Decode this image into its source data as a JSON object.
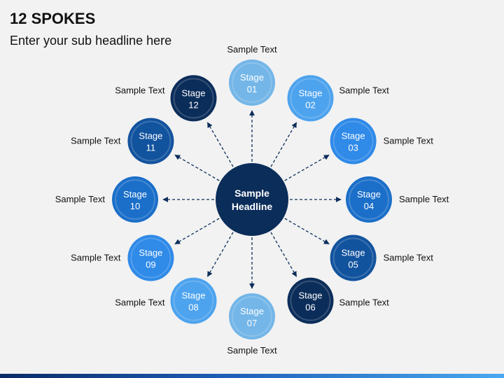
{
  "slide": {
    "title": "12 SPOKES",
    "subtitle": "Enter your sub headline here"
  },
  "center": {
    "line1": "Sample",
    "line2": "Headline",
    "color": "#0b2d5a"
  },
  "stages": [
    {
      "label": "Stage",
      "number": "01",
      "text": "Sample Text",
      "color": "#74b6e8"
    },
    {
      "label": "Stage",
      "number": "02",
      "text": "Sample Text",
      "color": "#4da3ee"
    },
    {
      "label": "Stage",
      "number": "03",
      "text": "Sample Text",
      "color": "#2f8ae8"
    },
    {
      "label": "Stage",
      "number": "04",
      "text": "Sample Text",
      "color": "#1b6fc9"
    },
    {
      "label": "Stage",
      "number": "05",
      "text": "Sample Text",
      "color": "#12539e"
    },
    {
      "label": "Stage",
      "number": "06",
      "text": "Sample Text",
      "color": "#0b2d5a"
    },
    {
      "label": "Stage",
      "number": "07",
      "text": "Sample Text",
      "color": "#74b6e8"
    },
    {
      "label": "Stage",
      "number": "08",
      "text": "Sample Text",
      "color": "#4da3ee"
    },
    {
      "label": "Stage",
      "number": "09",
      "text": "Sample Text",
      "color": "#2f8ae8"
    },
    {
      "label": "Stage",
      "number": "10",
      "text": "Sample Text",
      "color": "#1b6fc9"
    },
    {
      "label": "Stage",
      "number": "11",
      "text": "Sample Text",
      "color": "#12539e"
    },
    {
      "label": "Stage",
      "number": "12",
      "text": "Sample Text",
      "color": "#0b2d5a"
    }
  ]
}
